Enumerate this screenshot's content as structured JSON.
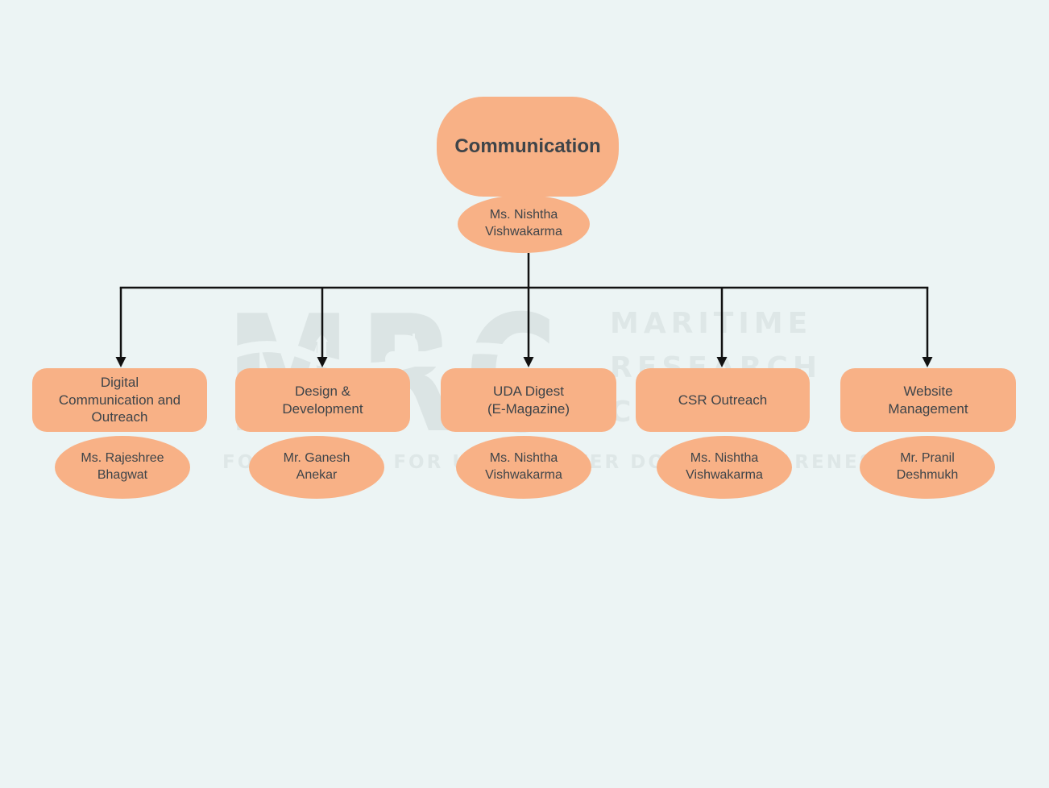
{
  "colors": {
    "background": "#ecf4f4",
    "node_fill": "#f8b186",
    "node_text": "#3e4449",
    "connector": "#111111",
    "watermark": "#dbe4e4"
  },
  "root": {
    "title": "Communication",
    "manager": "Ms. Nishtha\nVishwakarma"
  },
  "children": [
    {
      "label": "Digital\nCommunication and\nOutreach",
      "person": "Ms. Rajeshree\nBhagwat"
    },
    {
      "label": "Design &\nDevelopment",
      "person": "Mr. Ganesh\nAnekar"
    },
    {
      "label": "UDA Digest\n(E-Magazine)",
      "person": "Ms. Nishtha\nVishwakarma"
    },
    {
      "label": "CSR Outreach",
      "person": "Ms. Nishtha\nVishwakarma"
    },
    {
      "label": "Website\nManagement",
      "person": "Mr. Pranil\nDeshmukh"
    }
  ],
  "watermark": {
    "logo": "MRC",
    "line1": "MARITIME",
    "line2": "RESEARCH",
    "line3": "CENTRE",
    "tagline": "FOUNDATION FOR UNDERWATER DOMAIN AWARENESS"
  }
}
